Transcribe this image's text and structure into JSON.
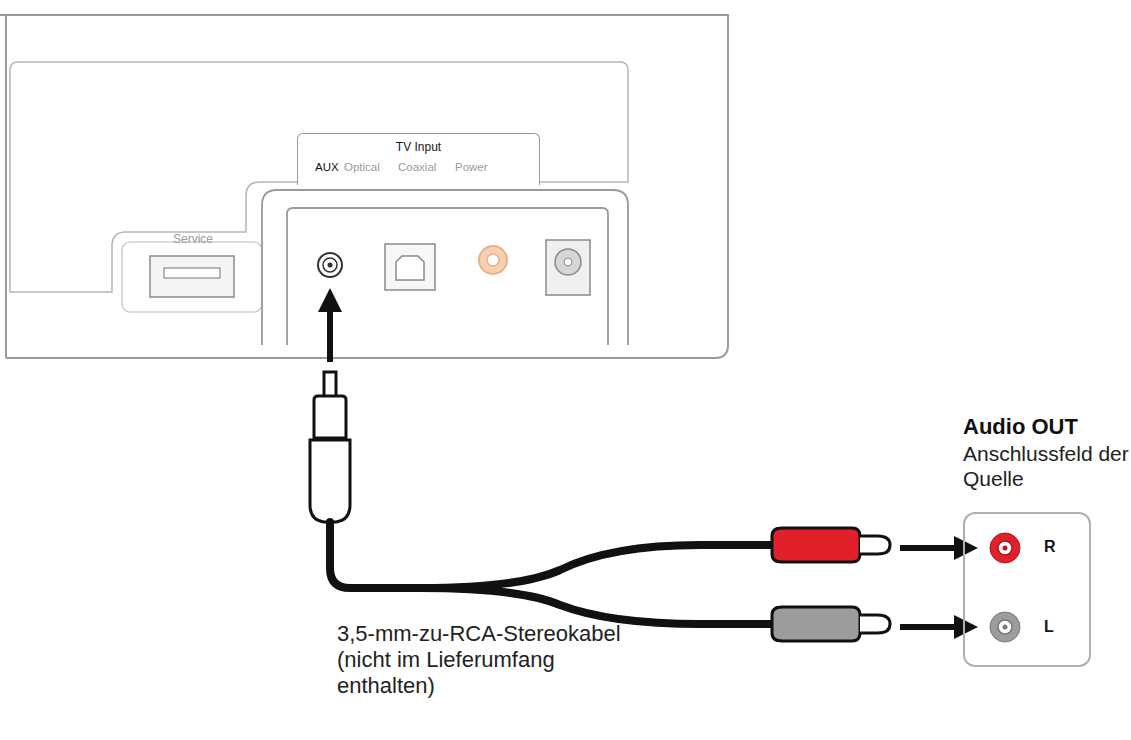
{
  "diagram": {
    "nodes": [
      {
        "text": [
          "TV Input"
        ]
      },
      {
        "text": [
          "Audio OUT",
          "Anschlussfeld der Quelle"
        ]
      }
    ],
    "labels": [
      "AUX",
      "Optical",
      "Coaxial",
      "Power",
      "Service",
      "R",
      "L",
      "3,5-mm-zu-RCA-Stereokabel (nicht im Lieferumfang enthalten)"
    ]
  }
}
